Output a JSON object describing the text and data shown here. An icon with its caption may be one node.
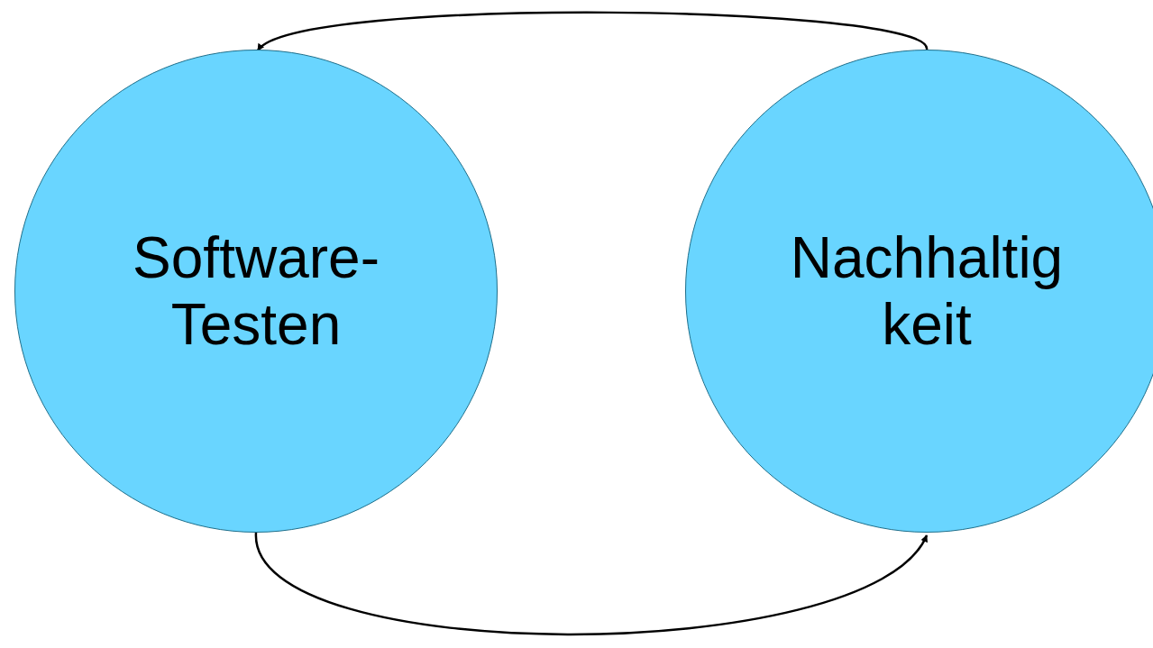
{
  "diagram": {
    "nodes": [
      {
        "text": [
          "Software-Testen"
        ]
      },
      {
        "text": [
          "Nachhaltig keit"
        ]
      }
    ],
    "edges": [
      {
        "from": 1,
        "to": 0,
        "arrow": "to"
      },
      {
        "from": 0,
        "to": 1,
        "arrow": "to"
      }
    ]
  }
}
